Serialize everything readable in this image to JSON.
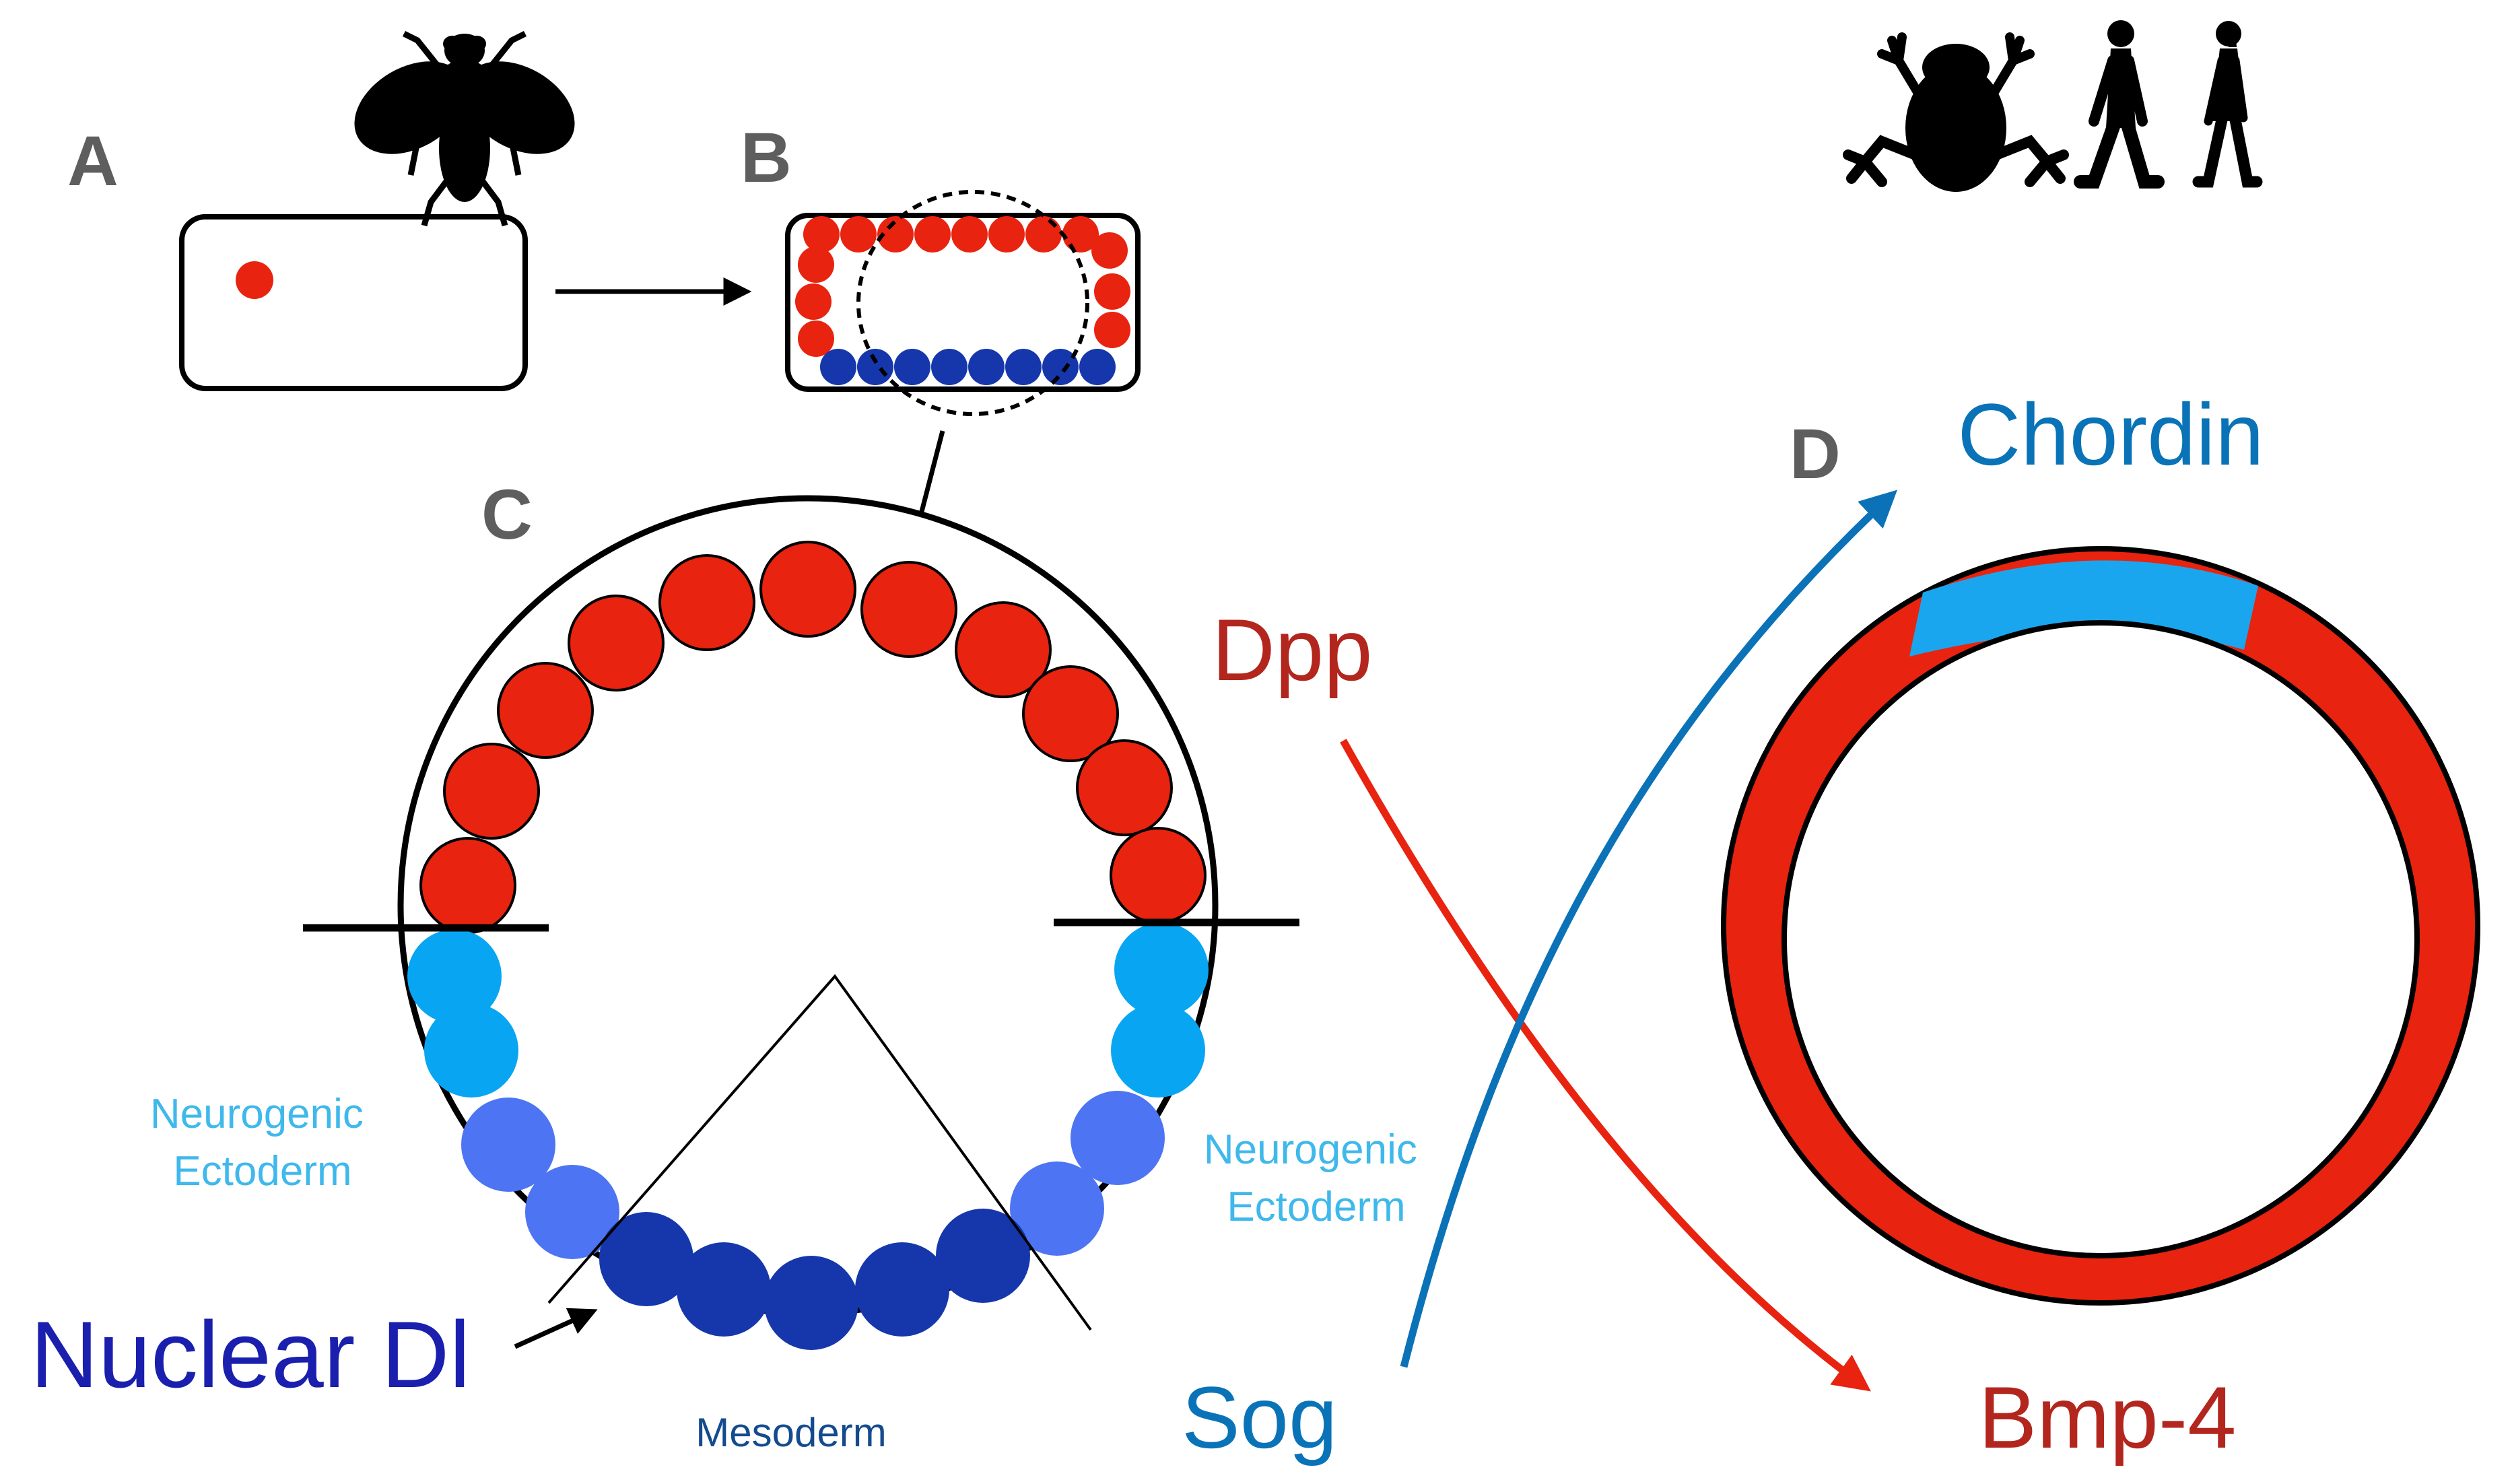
{
  "panel_labels": {
    "a": "A",
    "b": "B",
    "c": "C",
    "d": "D"
  },
  "labels": {
    "neurogenic_left": [
      "Neurogenic",
      "Ectoderm"
    ],
    "neurogenic_right": [
      "Neurogenic",
      "Ectoderm"
    ],
    "mesoderm": "Mesoderm",
    "nuclear_dl": "Nuclear Dl",
    "dpp": "Dpp",
    "sog": "Sog",
    "chordin": "Chordin",
    "bmp4": "Bmp-4"
  },
  "icons": [
    "fly-icon",
    "frog-icon",
    "man-icon",
    "woman-icon"
  ],
  "colors": {
    "grey_label": "#5e5e5e",
    "dorsal_red": "#e8230f",
    "dark_red_text": "#b3261e",
    "light_blue": "#08a6f2",
    "medium_blue": "#4d74f3",
    "dark_blue": "#1537ab",
    "navy_text": "#1a1fae",
    "teal_text": "#0a73b8",
    "arrow_blue": "#0b72b7",
    "chordin_band": "#1aa6ee",
    "neuro_text": "#3fb8ec",
    "mesoderm_text": "#144b8e"
  }
}
